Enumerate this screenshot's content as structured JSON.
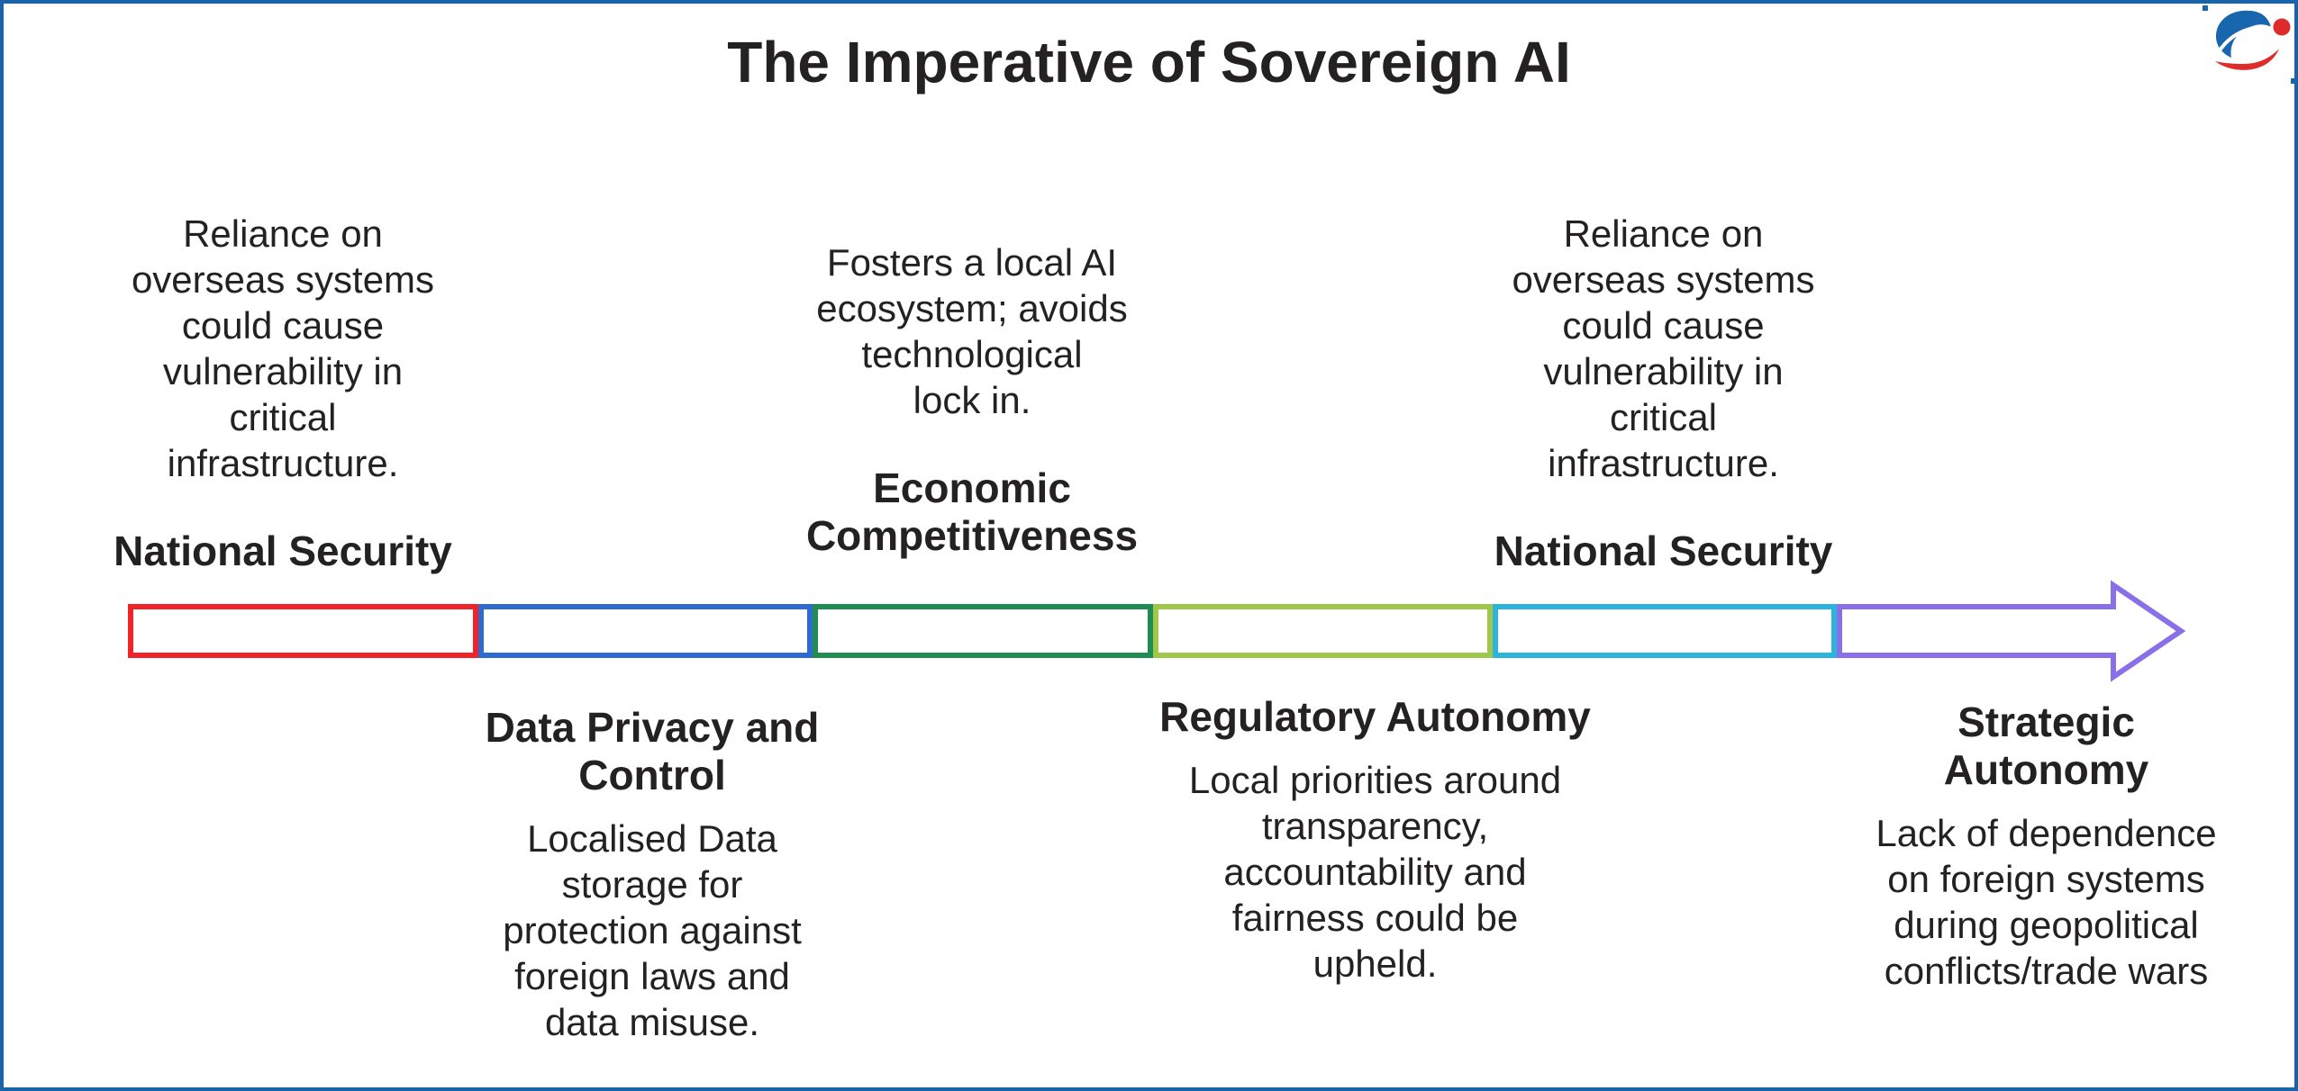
{
  "theme": {
    "background": "#ffffff",
    "border_blue": "#1a63a8",
    "text_color": "#232121",
    "logo_blue": "#1766ae",
    "logo_red": "#e02b2b"
  },
  "header": {
    "title": "The Imperative of Sovereign AI"
  },
  "icons": {
    "logo": "sphere-swoosh-logo"
  },
  "arrow": {
    "type": "segmented-block-arrow",
    "direction": "right",
    "segment_colors": [
      "#ee2429",
      "#2f6ad1",
      "#218c52",
      "#9fc84b",
      "#2cb5dc",
      "#8a70e8"
    ]
  },
  "blocks": {
    "above": [
      {
        "heading": "National Security",
        "body": [
          "Reliance on",
          "overseas systems",
          "could cause",
          "vulnerability in",
          "critical",
          "infrastructure."
        ]
      },
      {
        "heading": [
          "Economic",
          "Competitiveness"
        ],
        "body": [
          "Fosters a local AI",
          "ecosystem; avoids",
          "technological",
          "lock in."
        ]
      },
      {
        "heading": "National Security",
        "body": [
          "Reliance on",
          "overseas systems",
          "could cause",
          "vulnerability in",
          "critical",
          "infrastructure."
        ]
      }
    ],
    "below": [
      {
        "heading": [
          "Data Privacy and",
          "Control"
        ],
        "body": [
          "Localised Data",
          "storage for",
          "protection against",
          "foreign laws and",
          "data misuse."
        ]
      },
      {
        "heading": "Regulatory Autonomy",
        "body": [
          "Local priorities around",
          "transparency,",
          "accountability and",
          "fairness could be",
          "upheld."
        ]
      },
      {
        "heading": [
          "Strategic",
          "Autonomy"
        ],
        "body": [
          "Lack of dependence",
          "on foreign systems",
          "during geopolitical",
          "conflicts/trade wars"
        ]
      }
    ]
  }
}
